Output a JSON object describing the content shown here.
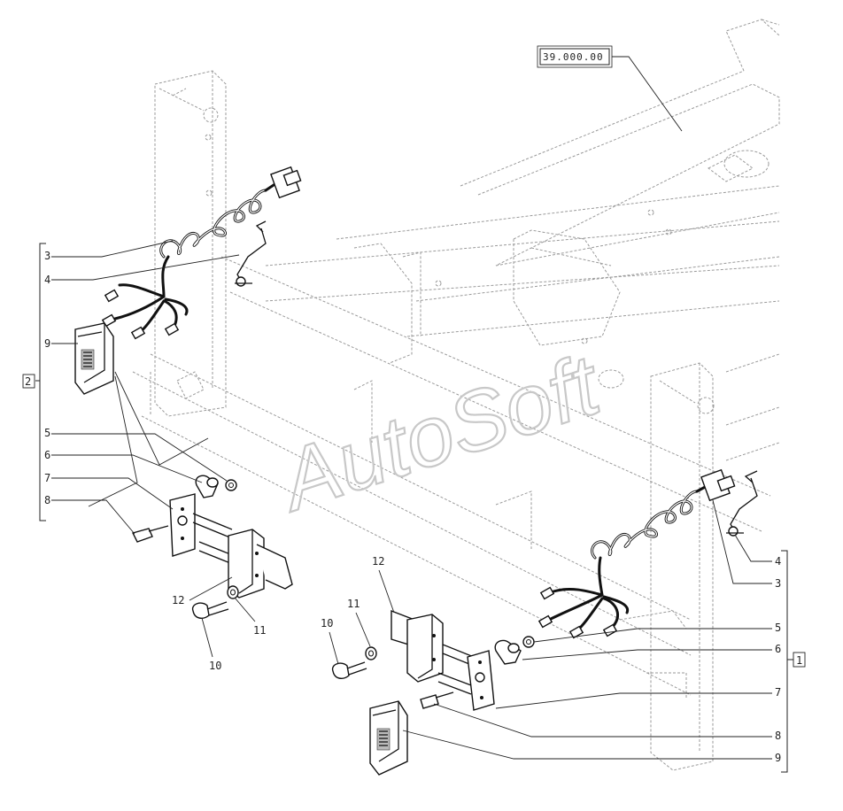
{
  "reference": "39.000.00",
  "watermark": "AutoSoft",
  "groups": {
    "left": "2",
    "right": "1"
  },
  "callouts_left": [
    "3",
    "4",
    "9",
    "5",
    "6",
    "7",
    "8"
  ],
  "callouts_right": [
    "4",
    "3",
    "5",
    "6",
    "7",
    "8",
    "9"
  ],
  "callouts_lower_left": [
    "12",
    "11",
    "10"
  ],
  "callouts_lower_mid": [
    "12",
    "11",
    "10"
  ]
}
